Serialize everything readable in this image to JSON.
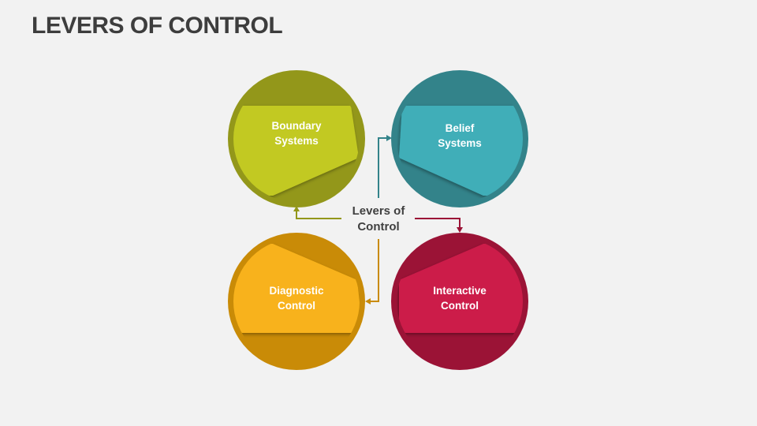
{
  "title": "LEVERS OF CONTROL",
  "center": {
    "line1": "Levers of",
    "line2": "Control"
  },
  "levers": [
    {
      "line1": "Boundary",
      "line2": "Systems",
      "outer": "#93971a",
      "inner": "#c2c923"
    },
    {
      "line1": "Belief",
      "line2": "Systems",
      "outer": "#33838a",
      "inner": "#41aeb8"
    },
    {
      "line1": "Diagnostic",
      "line2": "Control",
      "outer": "#c98b07",
      "inner": "#f8b21a"
    },
    {
      "line1": "Interactive",
      "line2": "Control",
      "outer": "#9b1336",
      "inner": "#cc1a4a"
    }
  ]
}
